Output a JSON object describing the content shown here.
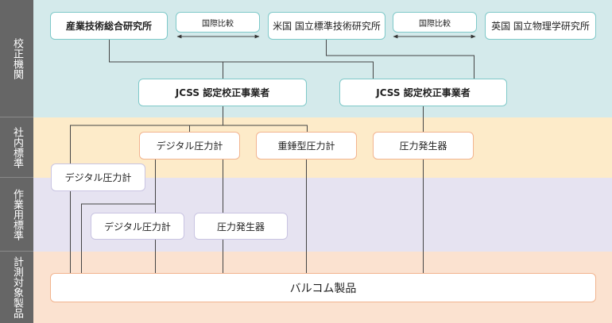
{
  "sidebar": {
    "bands": [
      {
        "label": "校正機関"
      },
      {
        "label": "社内標準"
      },
      {
        "label": "作業用標準"
      },
      {
        "label": "計測対象製品"
      }
    ]
  },
  "calibration": {
    "aist": "産業技術総合研究所",
    "comparison_1": "国際比較",
    "nist": "米国 国立標準技術研究所",
    "comparison_2": "国際比較",
    "npl": "英国 国立物理学研究所",
    "jcss_1": "JCSS 認定校正事業者",
    "jcss_2": "JCSS 認定校正事業者"
  },
  "internal": {
    "digital_gauge": "デジタル圧力計",
    "deadweight": "重錘型圧力計",
    "generator": "圧力発生器",
    "digital_gauge_left": "デジタル圧力計"
  },
  "working": {
    "digital_gauge": "デジタル圧力計",
    "generator": "圧力発生器"
  },
  "product": {
    "label": "バルコム製品"
  },
  "colors": {
    "sidebar": "#666666",
    "band_calibration": "#d4eaeb",
    "band_internal": "#fdebc9",
    "band_working": "#e6e3f1",
    "band_product": "#fbe2d0",
    "border_teal": "#7fc9c9",
    "border_orange": "#f2b48f",
    "border_purple": "#c9c4e2"
  }
}
